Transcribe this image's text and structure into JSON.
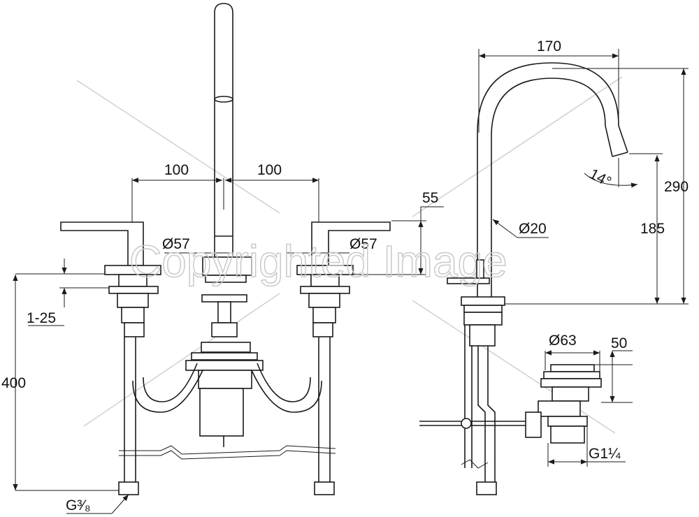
{
  "watermark": "Copyrighted Image",
  "dimensions": {
    "left_spacing": "100",
    "right_spacing": "100",
    "handle_height": "55",
    "left_handle_diameter": "Ø57",
    "right_handle_diameter": "Ø57",
    "deck_thickness": "1-25",
    "hose_length": "400",
    "connection_thread": "G³⁄₈",
    "spout_reach": "170",
    "spout_angle": "14°",
    "spout_diameter": "Ø20",
    "total_height": "290",
    "spout_height": "185",
    "waste_diameter": "Ø63",
    "waste_height": "50",
    "waste_thread": "G1¼"
  },
  "colors": {
    "line": "#1a1a1a",
    "watermark": "#c9c9c9"
  }
}
